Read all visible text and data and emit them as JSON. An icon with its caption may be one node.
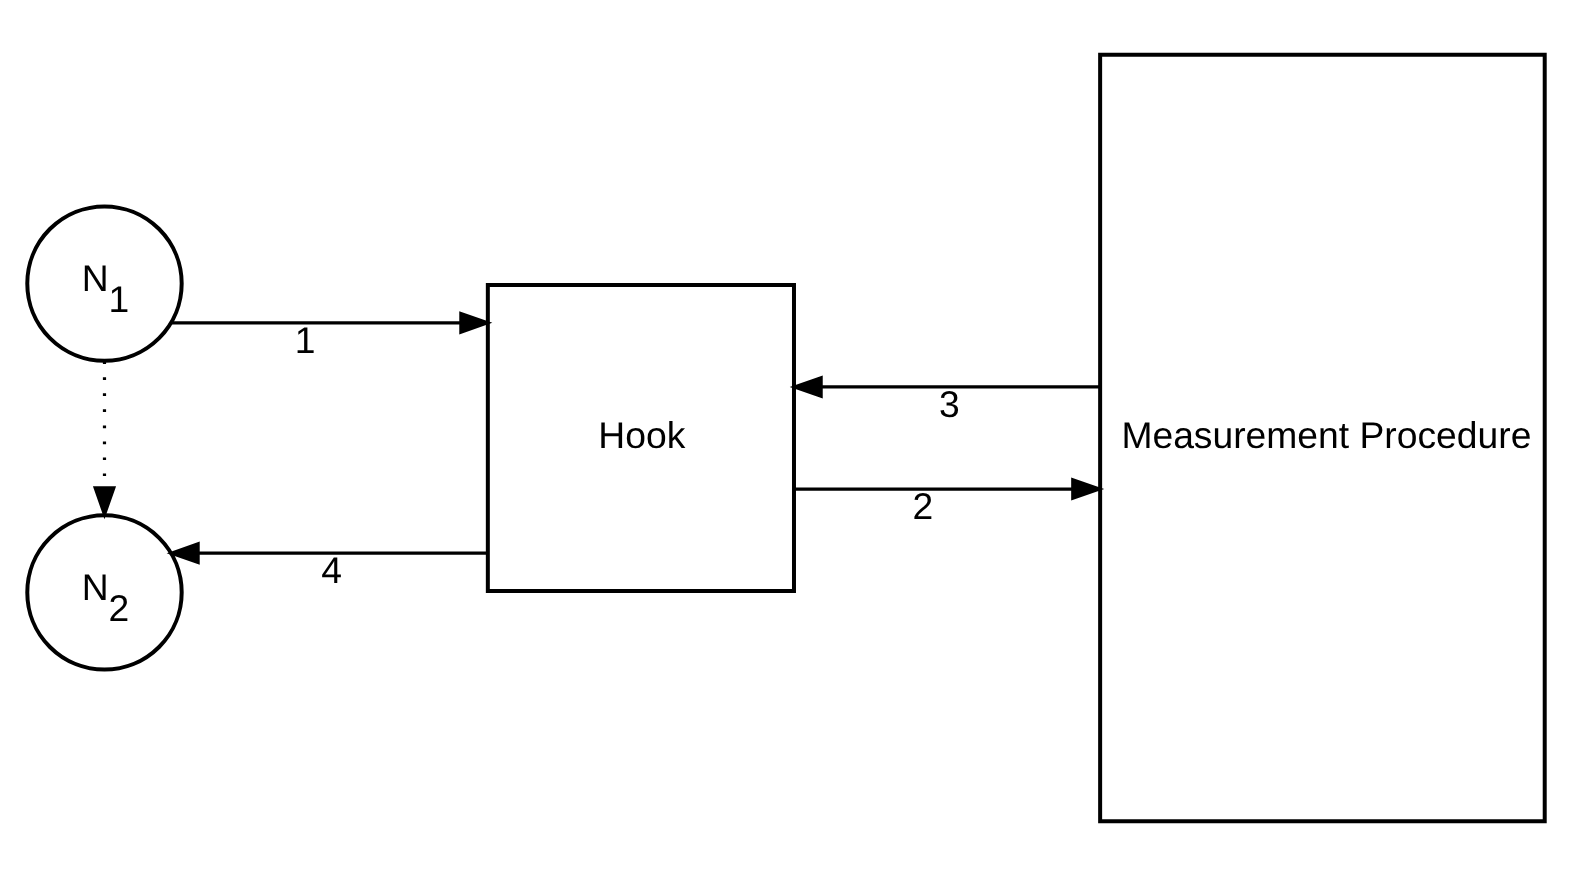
{
  "diagram": {
    "nodes": [
      {
        "text": [
          "N$_{1}$"
        ]
      },
      {
        "text": [
          "Hook"
        ]
      },
      {
        "text": [
          "Measurement Procedure"
        ]
      },
      {
        "text": [
          "N$_{2}$"
        ]
      }
    ],
    "edges": [
      {
        "from": 0,
        "to": 1,
        "arrow": "to",
        "label": "1"
      },
      {
        "from": 1,
        "to": 2,
        "arrow": "to",
        "label": "2"
      },
      {
        "from": 2,
        "to": 1,
        "arrow": "to",
        "label": "3"
      },
      {
        "from": 1,
        "to": 3,
        "arrow": "to",
        "label": "4"
      },
      {
        "from": 0,
        "to": 3,
        "arrow": "to",
        "style": "dashed"
      }
    ]
  }
}
